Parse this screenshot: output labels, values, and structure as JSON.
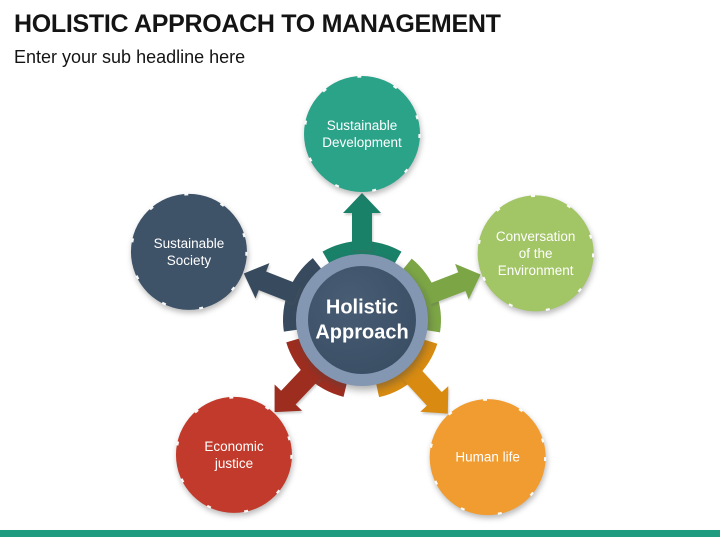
{
  "slide": {
    "title": "HOLISTIC APPROACH TO MANAGEMENT",
    "subtitle": "Enter your sub headline here",
    "title_color": "#141414",
    "background_color": "#FFFFFF",
    "accent_color": "#1F9B80"
  },
  "hub": {
    "label_lines": [
      "Holistic",
      "Approach"
    ],
    "ring_color": "#8497B2",
    "fill_color_center": "#485C74",
    "fill_color_edge": "#394D63",
    "text_color": "#FFFFFF"
  },
  "diagram": {
    "node_text_color": "#FFFFFF",
    "edge_tick_color": "#FFFFFF"
  },
  "nodes": [
    {
      "id": "sustainable-development",
      "lines": [
        "Sustainable",
        "Development"
      ],
      "position": "top",
      "angle_deg": -90,
      "circle_color": "#2BA389",
      "arrow_color": "#1A8169"
    },
    {
      "id": "conversation-of-the-environment",
      "lines": [
        "Conversation",
        "of the",
        "Environment"
      ],
      "position": "upper-right",
      "angle_deg": -21,
      "circle_color": "#A2C566",
      "arrow_color": "#7CA645"
    },
    {
      "id": "human-life",
      "lines": [
        "Human life"
      ],
      "position": "lower-right",
      "angle_deg": 47.5,
      "circle_color": "#F09C30",
      "arrow_color": "#D88B10"
    },
    {
      "id": "economic-justice",
      "lines": [
        "Economic",
        "justice"
      ],
      "position": "lower-left",
      "angle_deg": 133.5,
      "circle_color": "#C23A2B",
      "arrow_color": "#9D2D1F"
    },
    {
      "id": "sustainable-society",
      "lines": [
        "Sustainable",
        "Society"
      ],
      "position": "upper-left",
      "angle_deg": -158.5,
      "circle_color": "#3E5268",
      "arrow_color": "#374A5E"
    }
  ]
}
